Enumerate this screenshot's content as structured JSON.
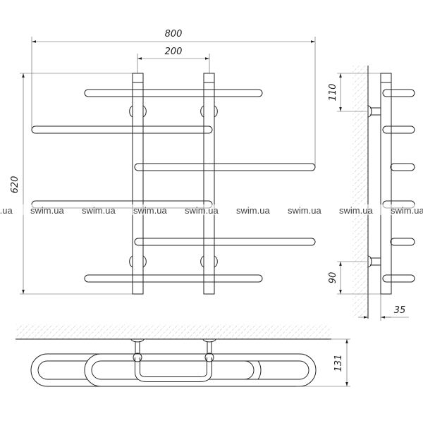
{
  "title": "Towel rail technical drawing",
  "dimensions": {
    "overall_width": "800",
    "riser_spacing": "200",
    "overall_height": "620",
    "top_bracket_offset": "110",
    "bottom_bracket_offset": "90",
    "wall_clearance": "35",
    "depth": "131"
  },
  "watermark": {
    "text": "swim.ua"
  },
  "colors": {
    "line": "#222222",
    "hatch": "#999999"
  }
}
